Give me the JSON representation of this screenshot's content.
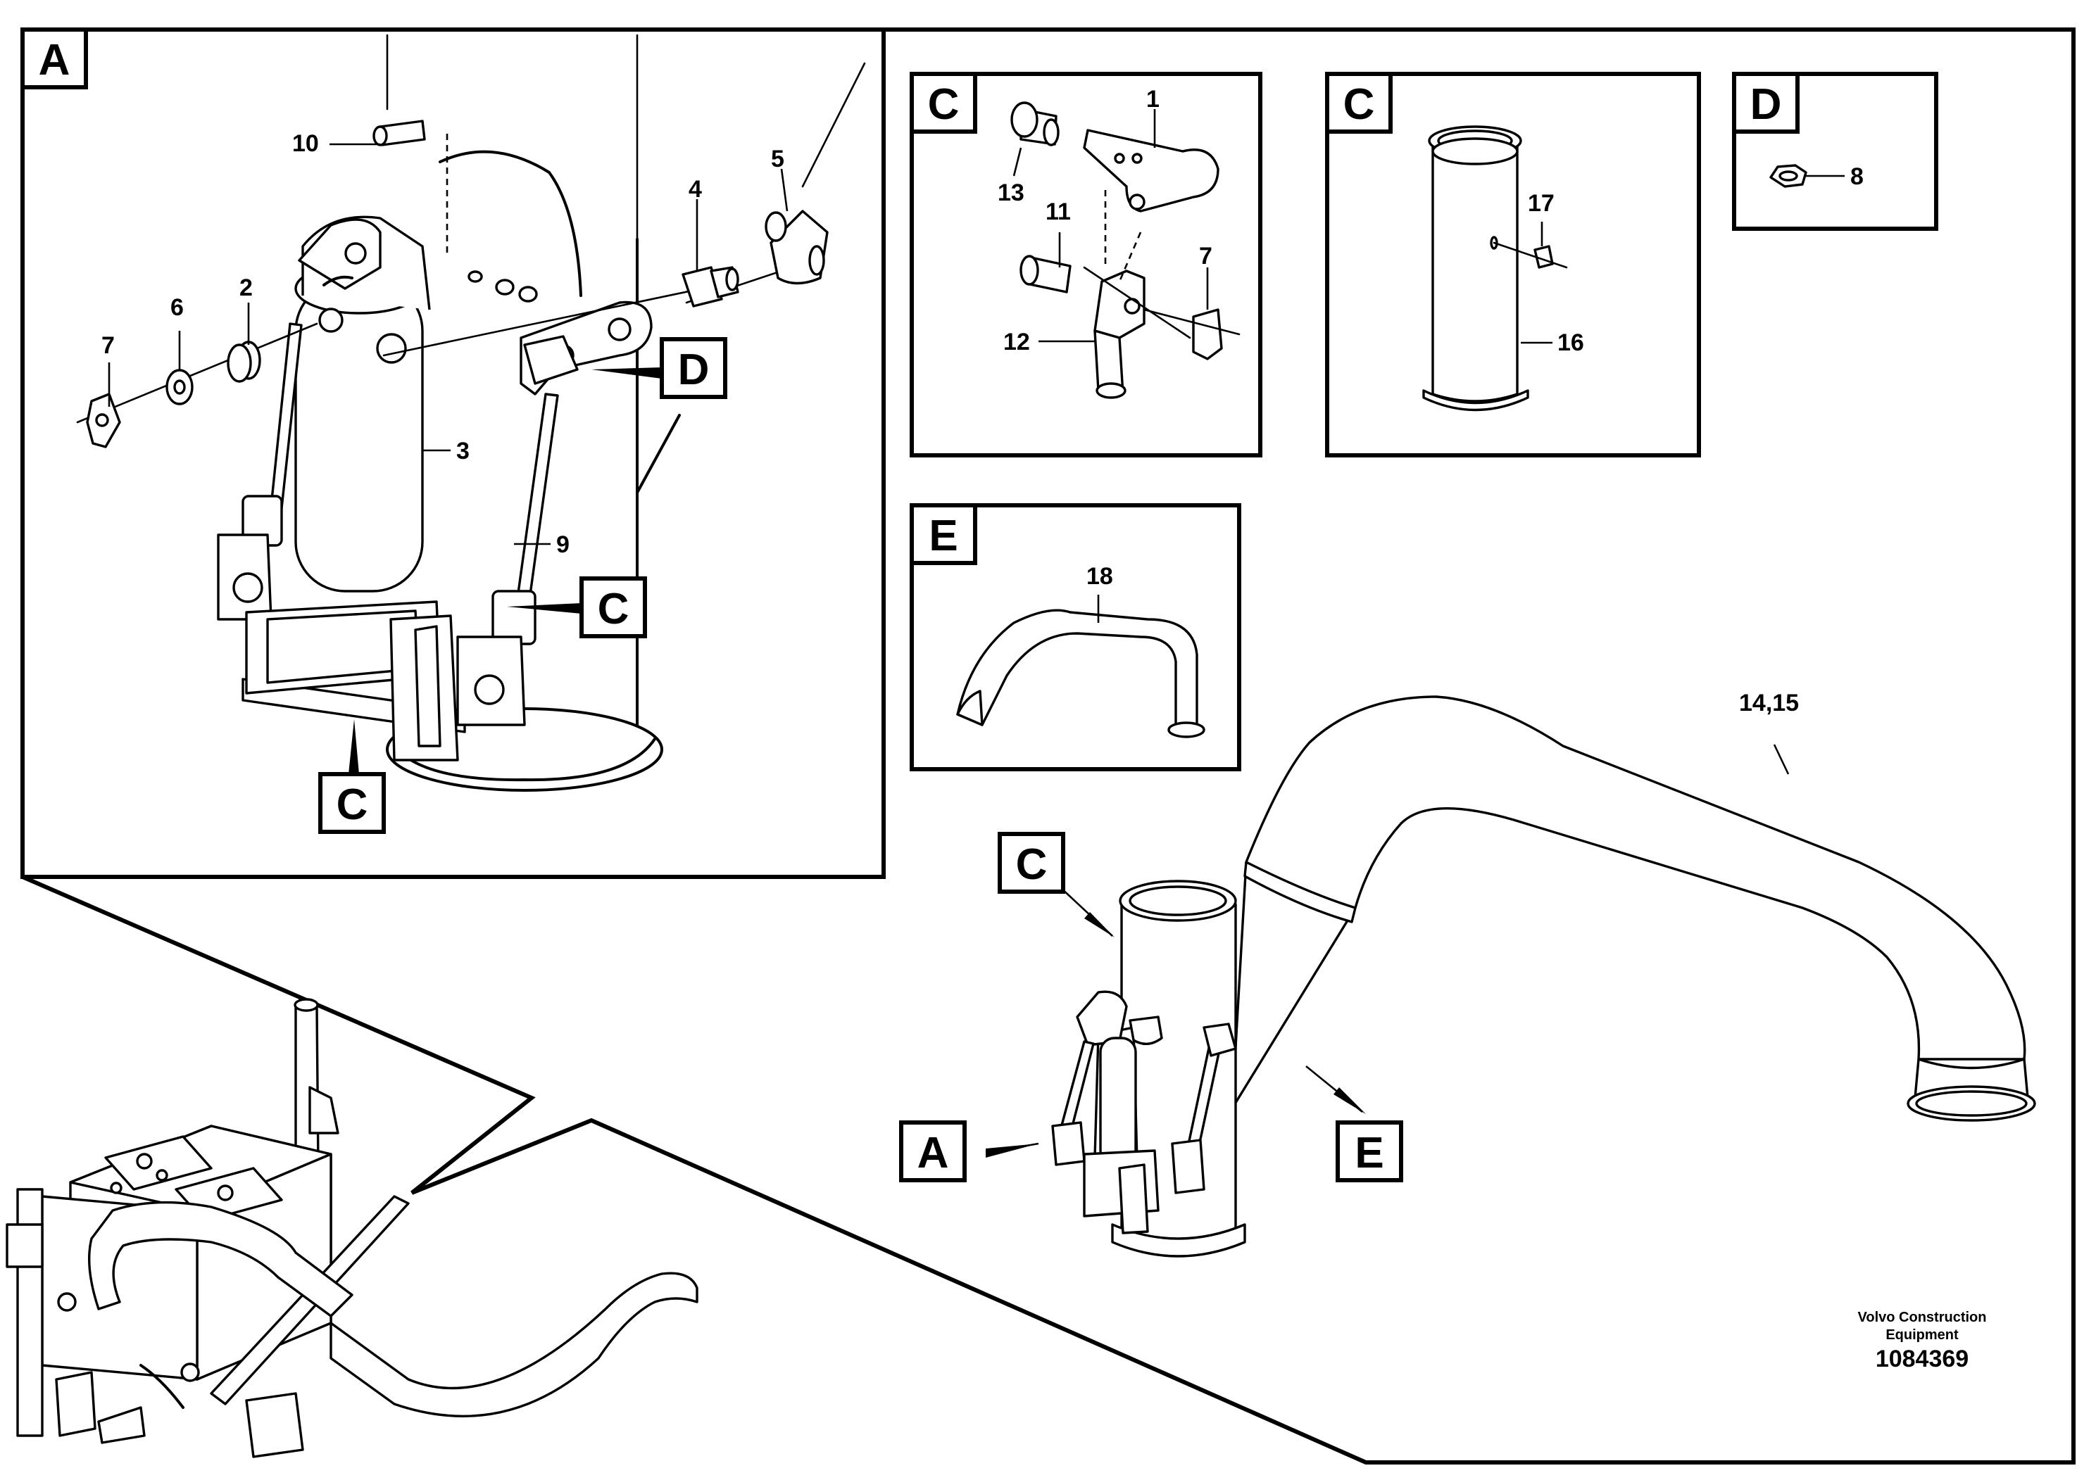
{
  "detail_labels": {
    "A": "A",
    "C": "C",
    "D": "D",
    "E": "E"
  },
  "part_numbers": {
    "p1": "1",
    "p2": "2",
    "p3": "3",
    "p4": "4",
    "p5": "5",
    "p6": "6",
    "p7": "7",
    "p8": "8",
    "p9": "9",
    "p10": "10",
    "p11": "11",
    "p12": "12",
    "p13": "13",
    "p16": "16",
    "p17": "17",
    "p18": "18",
    "p14_15": "14,15"
  },
  "footer": {
    "line1": "Volvo Construction",
    "line2": "Equipment",
    "drawing_number": "1084369"
  }
}
